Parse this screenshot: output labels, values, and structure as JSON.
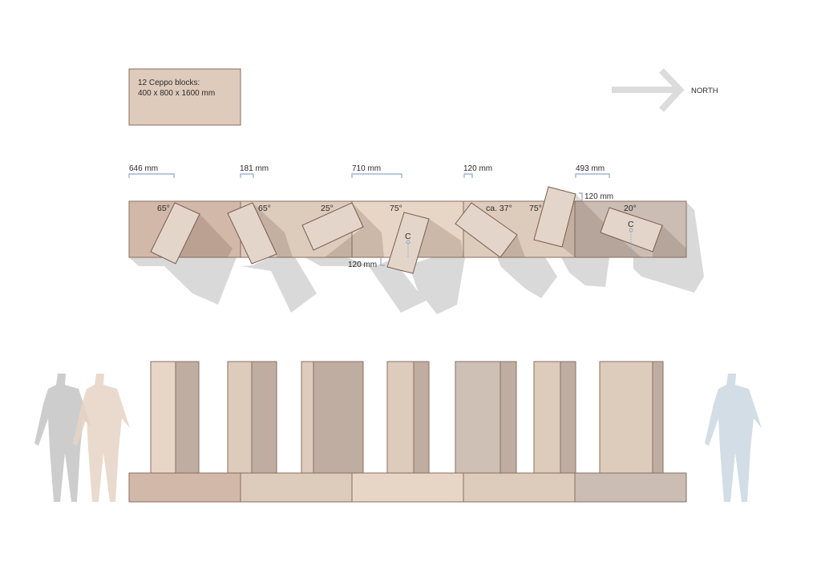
{
  "legend": {
    "line1": "12 Ceppo blocks:",
    "line2": "400 x 800 x 1600 mm"
  },
  "north": {
    "label": "NORTH"
  },
  "dimensions": [
    {
      "label": "646 mm"
    },
    {
      "label": "181 mm"
    },
    {
      "label": "710 mm"
    },
    {
      "label": "120 mm"
    },
    {
      "label": "493 mm"
    }
  ],
  "offsets": [
    {
      "label": "120 mm"
    },
    {
      "label": "120 mm"
    }
  ],
  "angles": [
    "65°",
    "65°",
    "25°",
    "75°",
    "ca. 37°",
    "75°",
    "20°"
  ],
  "center_marks": [
    "C",
    "C"
  ],
  "colors": {
    "block": "#e3d5ca",
    "outline": "#7a5c50",
    "dimension": "#8fa6c8",
    "shadow": "#d9d9d9",
    "base_segments": [
      "#d1b8a8",
      "#ddcbbb",
      "#e7d5c6",
      "#ddcbbb",
      "#cbbdb4"
    ],
    "person_gray": "#c8c8c8",
    "person_beige": "#e6d3c6",
    "person_blue": "#d3dde6"
  }
}
